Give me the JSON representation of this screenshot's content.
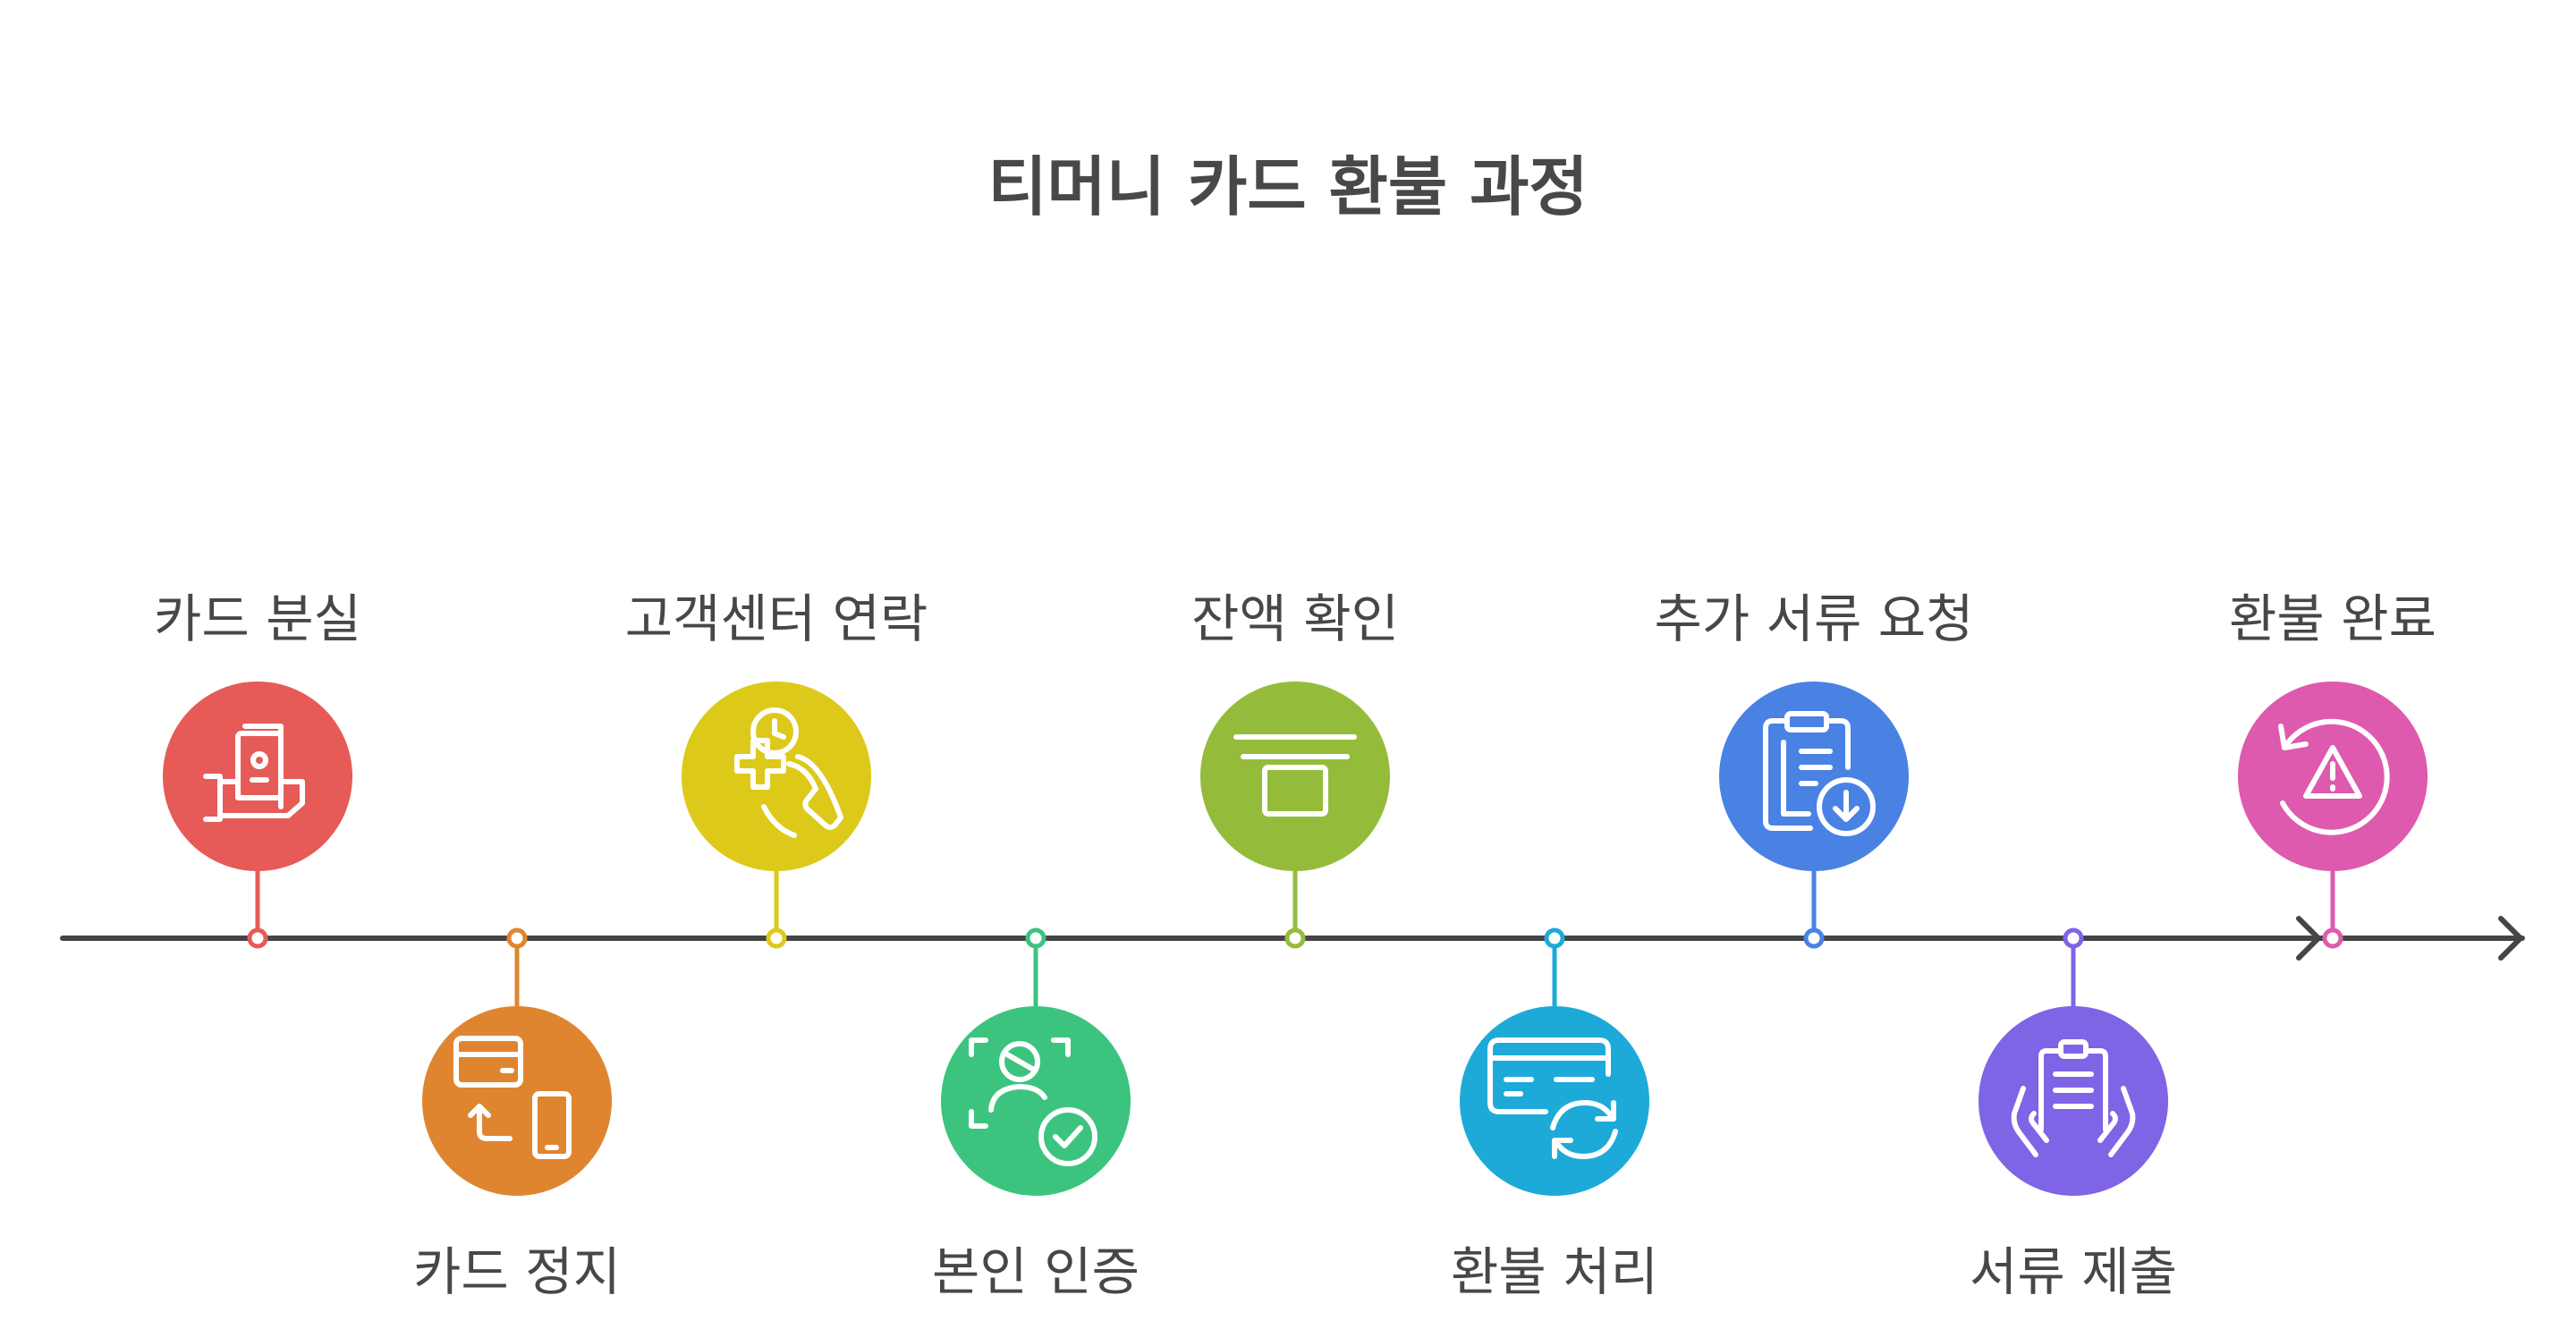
{
  "title": "티머니 카드 환불 과정",
  "steps": [
    {
      "label": "카드 분실",
      "position": "top",
      "color": "#E65B57",
      "icon": "lost-card-hand-icon"
    },
    {
      "label": "카드 정지",
      "position": "bottom",
      "color": "#DF8530",
      "icon": "card-to-phone-icon"
    },
    {
      "label": "고객센터 연락",
      "position": "top",
      "color": "#DDC91A",
      "icon": "call-support-icon"
    },
    {
      "label": "본인 인증",
      "position": "bottom",
      "color": "#3CC47F",
      "icon": "user-verified-icon"
    },
    {
      "label": "잔액 확인",
      "position": "top",
      "color": "#94BC3A",
      "icon": "balance-check-icon"
    },
    {
      "label": "환불 처리",
      "position": "bottom",
      "color": "#1DAAD9",
      "icon": "card-refresh-icon"
    },
    {
      "label": "추가 서류 요청",
      "position": "top",
      "color": "#4A82E4",
      "icon": "clipboard-download-icon"
    },
    {
      "label": "서류 제출",
      "position": "bottom",
      "color": "#7F64E6",
      "icon": "hands-document-icon"
    },
    {
      "label": "환불 완료",
      "position": "top",
      "color": "#DE5AAE",
      "icon": "refund-alert-icon"
    }
  ],
  "axis_color": "#454545"
}
